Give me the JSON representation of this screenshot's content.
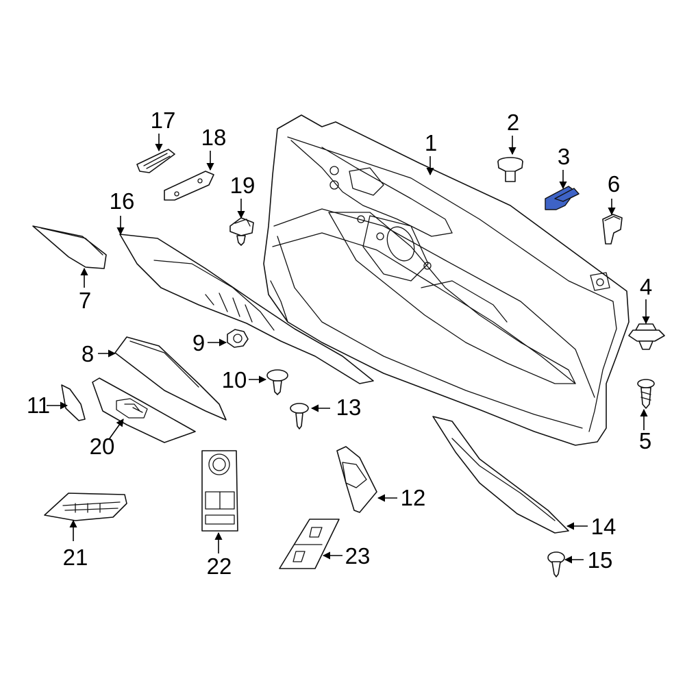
{
  "diagram": {
    "highlight_color": "#3e63c6",
    "highlighted_part": "3",
    "callouts": {
      "c1": "1",
      "c2": "2",
      "c3": "3",
      "c4": "4",
      "c5": "5",
      "c6": "6",
      "c7": "7",
      "c8": "8",
      "c9": "9",
      "c10": "10",
      "c11": "11",
      "c12": "12",
      "c13": "13",
      "c14": "14",
      "c15": "15",
      "c16": "16",
      "c17": "17",
      "c18": "18",
      "c19": "19",
      "c20": "20",
      "c21": "21",
      "c22": "22",
      "c23": "23"
    }
  }
}
